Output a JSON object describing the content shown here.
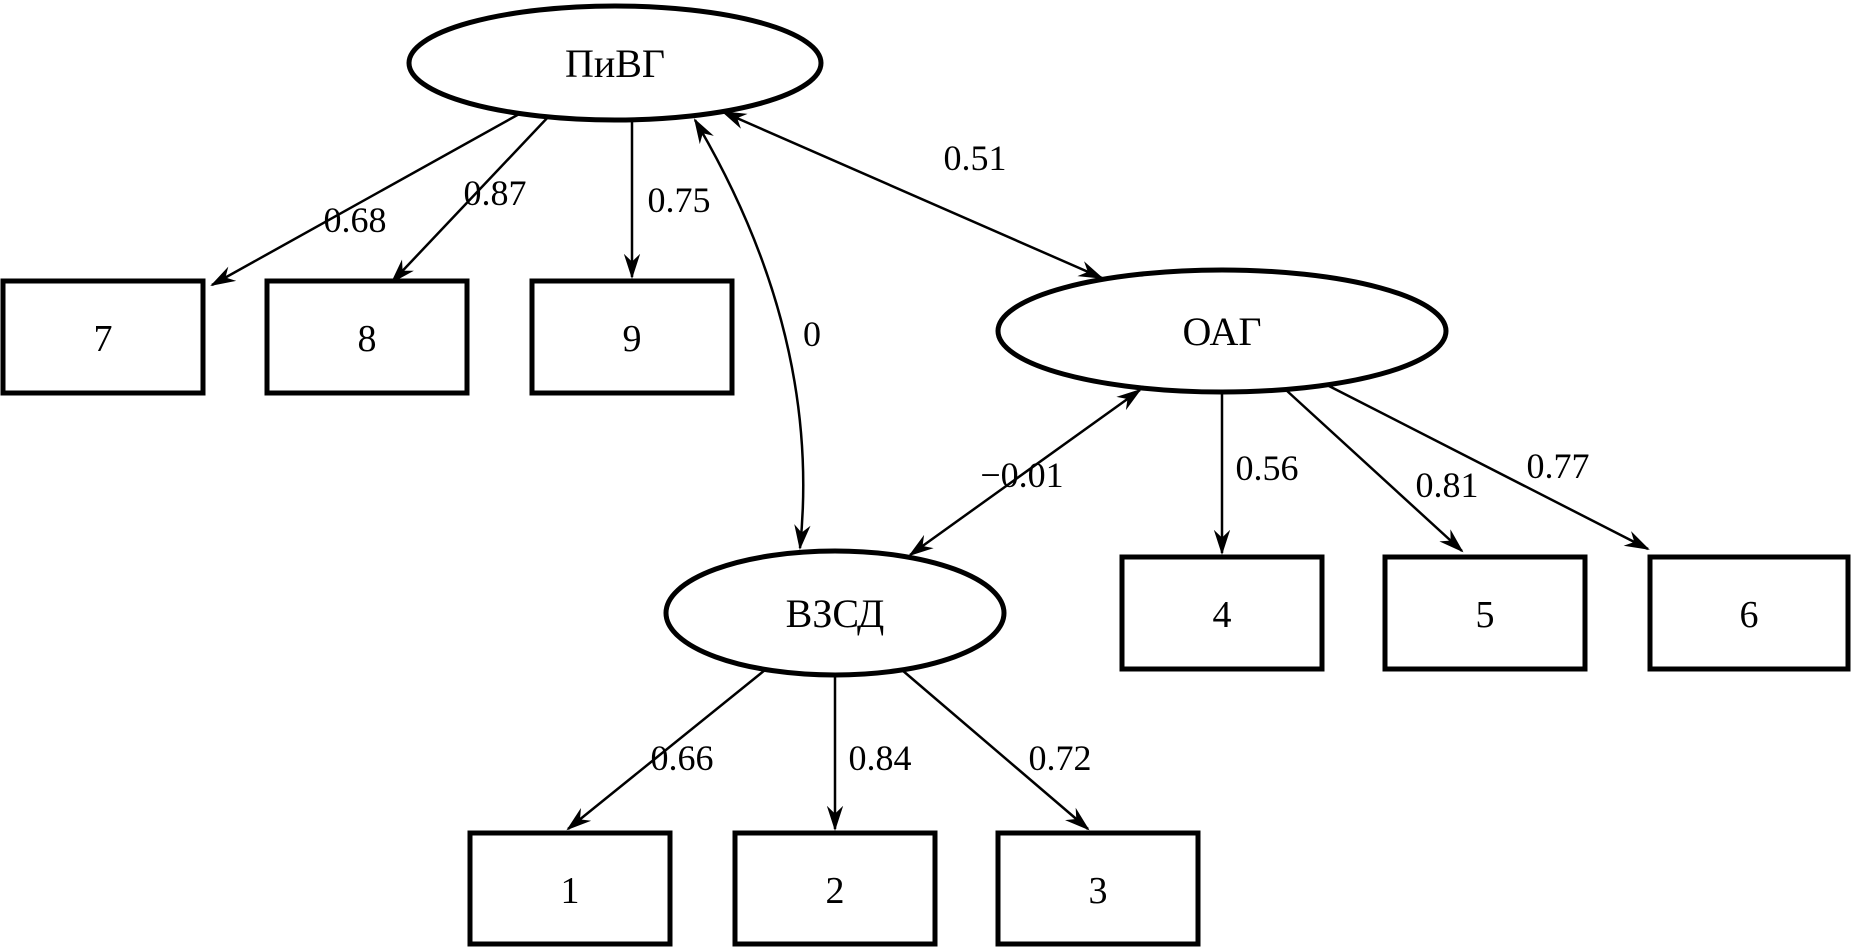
{
  "figure": {
    "type": "path-diagram",
    "background": "#ffffff",
    "stroke_color": "#000000",
    "latent_variables": [
      {
        "label": "ПиВГ"
      },
      {
        "label": "ОАГ"
      },
      {
        "label": "ВЗСД"
      }
    ],
    "observed_variables": [
      {
        "label": "1"
      },
      {
        "label": "2"
      },
      {
        "label": "3"
      },
      {
        "label": "4"
      },
      {
        "label": "5"
      },
      {
        "label": "6"
      },
      {
        "label": "7"
      },
      {
        "label": "8"
      },
      {
        "label": "9"
      }
    ],
    "edges": [
      {
        "from": "ПиВГ",
        "to": "7",
        "arrow": "single",
        "label": "0.68"
      },
      {
        "from": "ПиВГ",
        "to": "8",
        "arrow": "single",
        "label": "0.87"
      },
      {
        "from": "ПиВГ",
        "to": "9",
        "arrow": "single",
        "label": "0.75"
      },
      {
        "from": "ПиВГ",
        "to": "ОАГ",
        "arrow": "double",
        "label": "0.51"
      },
      {
        "from": "ПиВГ",
        "to": "ВЗСД",
        "arrow": "double",
        "label": "0"
      },
      {
        "from": "ОАГ",
        "to": "ВЗСД",
        "arrow": "double",
        "label": "−0.01"
      },
      {
        "from": "ОАГ",
        "to": "4",
        "arrow": "single",
        "label": "0.56"
      },
      {
        "from": "ОАГ",
        "to": "5",
        "arrow": "single",
        "label": "0.81"
      },
      {
        "from": "ОАГ",
        "to": "6",
        "arrow": "single",
        "label": "0.77"
      },
      {
        "from": "ВЗСД",
        "to": "1",
        "arrow": "single",
        "label": "0.66"
      },
      {
        "from": "ВЗСД",
        "to": "2",
        "arrow": "single",
        "label": "0.84"
      },
      {
        "from": "ВЗСД",
        "to": "3",
        "arrow": "single",
        "label": "0.72"
      }
    ]
  }
}
